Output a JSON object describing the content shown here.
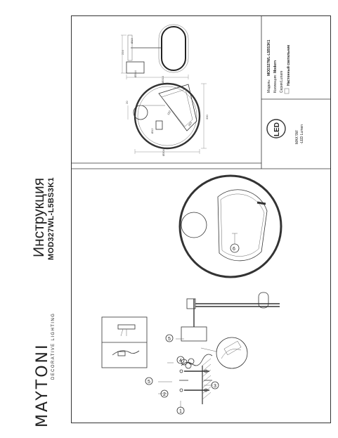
{
  "brand": {
    "name": "MAYTONI",
    "subtitle": "DECORATIVE LIGHTING"
  },
  "heading": {
    "title": "Инструкция",
    "model": "MOD327WL-L5BS3K1"
  },
  "info": {
    "rows": [
      {
        "label": "Модель:",
        "value": "MOD327WL-L5BS3K1"
      },
      {
        "label": "Коллекция:",
        "value": "Modern"
      },
      {
        "label": "Серия:",
        "value": "Lunare"
      },
      {
        "label": "",
        "value": "Настенный светильник"
      }
    ],
    "led_label": "LED",
    "max_power": "MAX 5W",
    "lamp_type": "-LED Lumen"
  },
  "drawing": {
    "step_numbers": [
      "1",
      "2",
      "3",
      "4",
      "5",
      "5",
      "6"
    ],
    "dimensions": [
      "224",
      "Ø314",
      "Ø13",
      "Ø314",
      "330",
      "Ø304",
      "20",
      "152",
      "Ø12",
      "263"
    ]
  }
}
